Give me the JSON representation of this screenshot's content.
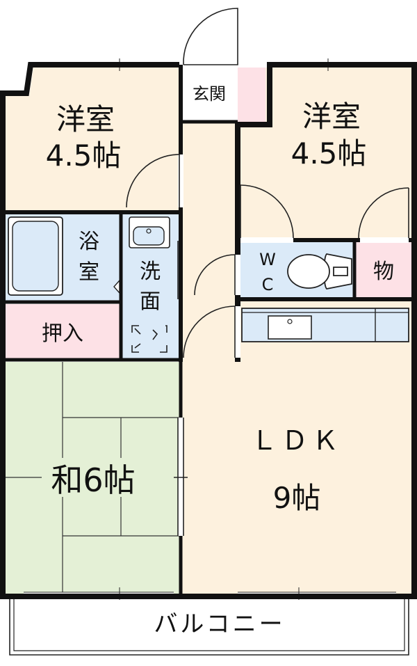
{
  "rooms": {
    "western_left": {
      "name": "洋室",
      "size": "4.5帖"
    },
    "western_right": {
      "name": "洋室",
      "size": "4.5帖"
    },
    "entrance": {
      "name": "玄関"
    },
    "bathroom": {
      "line1": "浴",
      "line2": "室"
    },
    "washroom": {
      "line1": "洗",
      "line2": "面"
    },
    "wc": {
      "line1": "W",
      "line2": "C"
    },
    "storage": {
      "name": "物"
    },
    "closet": {
      "name": "押入"
    },
    "tatami": {
      "name": "和6帖"
    },
    "ldk": {
      "name": "ＬＤＫ",
      "size": "9帖"
    },
    "balcony": {
      "name": "バルコニー"
    }
  },
  "colors": {
    "wall": "#111111",
    "western_room": "#fdf1de",
    "wet_area": "#dbeaf8",
    "storage": "#fde1e6",
    "tatami": "#e4f0d6"
  }
}
